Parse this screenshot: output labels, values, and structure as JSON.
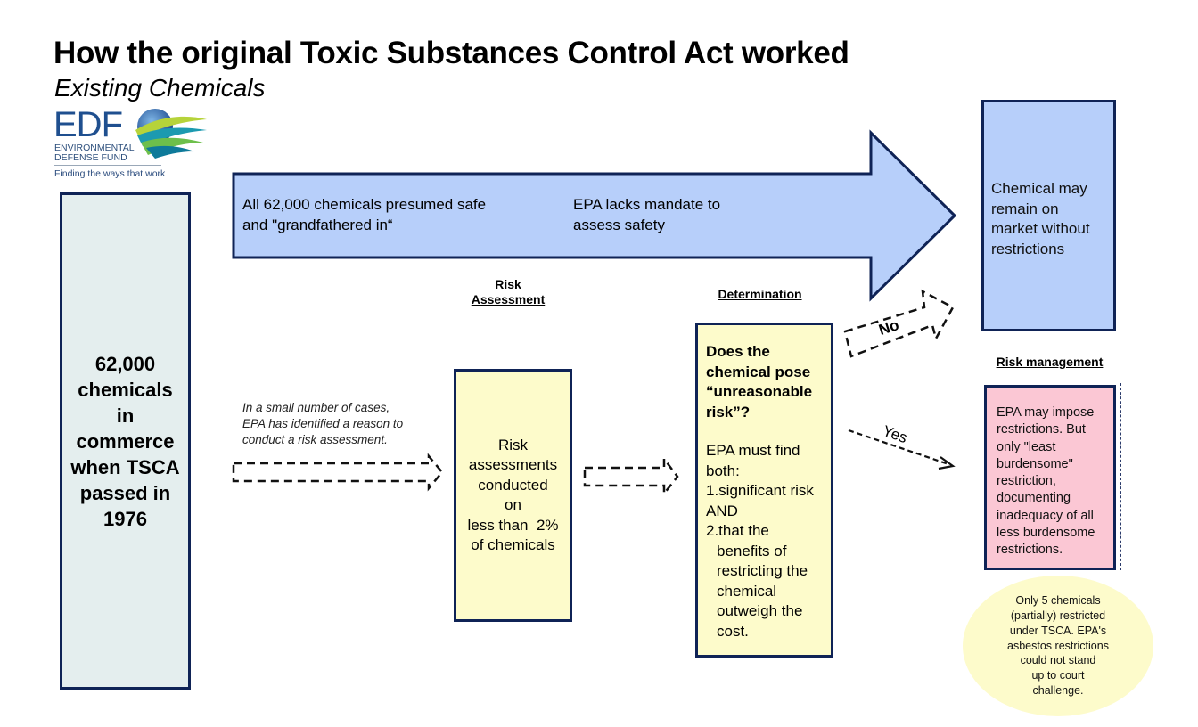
{
  "header": {
    "title": "How the original Toxic Substances Control Act worked",
    "subtitle": "Existing Chemicals"
  },
  "logo": {
    "wordmark": "EDF",
    "org_line1": "ENVIRONMENTAL",
    "org_line2": "DEFENSE FUND",
    "tagline": "Finding the ways that work"
  },
  "colors": {
    "border": "#0f2356",
    "blue_fill": "#b7cffa",
    "yellow_fill": "#fdfbcb",
    "pink_fill": "#fbc7d4",
    "gray_fill": "#e4eeee"
  },
  "diagram": {
    "start_box": "62,000 chemicals in commerce when TSCA passed in 1976",
    "big_arrow": {
      "text_left_line1": "All 62,000 chemicals presumed safe",
      "text_left_line2": "and \"grandfathered in“",
      "text_right_line1": "EPA lacks mandate to",
      "text_right_line2": "assess safety"
    },
    "outcome_box": {
      "line1": "Chemical may",
      "line2": "remain on",
      "line3": "market without",
      "line4": "restrictions"
    },
    "sections": {
      "risk_assessment_line1": "Risk",
      "risk_assessment_line2": "Assessment",
      "determination": "Determination",
      "risk_management": "Risk management"
    },
    "note": {
      "line1": "In a small number of cases,",
      "line2": "EPA has identified a reason to",
      "line3": "conduct a risk assessment."
    },
    "risk_assessment_box": {
      "line1": "Risk",
      "line2": "assessments",
      "line3": "conducted",
      "line4": "on",
      "line5": "less than  2%",
      "line6": "of chemicals"
    },
    "determination_box": {
      "question_line1": "Does the",
      "question_line2": "chemical pose",
      "question_line3": "“unreasonable",
      "question_line4": "risk”?",
      "body_line1": "EPA must find",
      "body_line2": "both:",
      "body_line3": "1.significant risk",
      "body_line4": "AND",
      "body_line5": "2.that the",
      "body_line6": "benefits of",
      "body_line7": "restricting the",
      "body_line8": "chemical",
      "body_line9": "outweigh the",
      "body_line10": "cost."
    },
    "branches": {
      "no_label": "No",
      "yes_label": "Yes"
    },
    "risk_management_box": {
      "line1": "EPA may impose",
      "line2": "restrictions. But",
      "line3": "only \"least",
      "line4": "burdensome\"",
      "line5": "restriction,",
      "line6": "documenting",
      "line7": "inadequacy of all",
      "line8": "less burdensome",
      "line9": "restrictions."
    },
    "callout": {
      "line1": "Only 5 chemicals",
      "line2": "(partially) restricted",
      "line3": "under TSCA. EPA's",
      "line4": "asbestos restrictions",
      "line5": "could not stand",
      "line6": "up to court",
      "line7": "challenge."
    }
  }
}
